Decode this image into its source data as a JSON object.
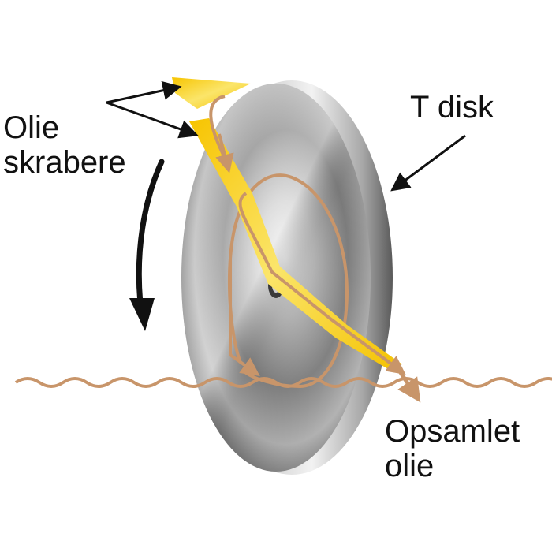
{
  "labels": {
    "scrapers": [
      "Olie",
      "skrabere"
    ],
    "disk": "T disk",
    "collected": [
      "Opsamlet",
      "olie"
    ]
  },
  "colors": {
    "scraper_yellow": "#f7cc10",
    "scraper_light": "#fbe780",
    "oil_brown": "#c8956a",
    "disk_dark": "#5c5c5c",
    "disk_light": "#e8e8e8",
    "arrow_black": "#111111",
    "text": "#111111"
  },
  "icons": [
    "rotation-arrow-icon",
    "oil-flow-arrow-icon",
    "pointer-arrow-icon"
  ]
}
